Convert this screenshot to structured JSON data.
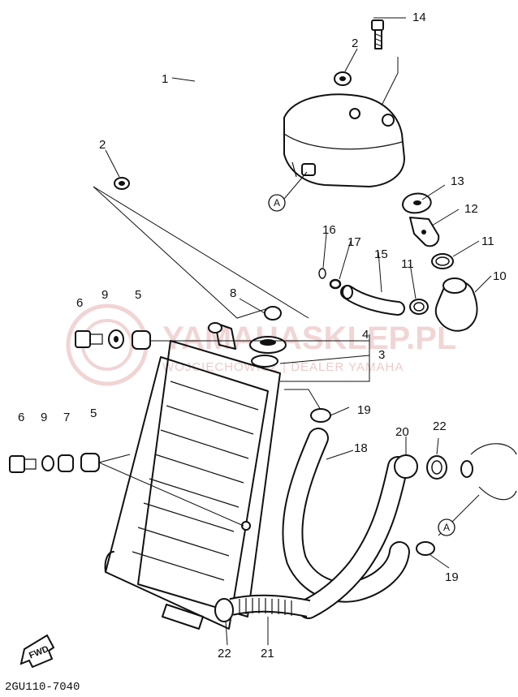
{
  "diagram": {
    "drawing_code": "2GU110-7040",
    "fwd_label": "FWD",
    "watermark": {
      "main": "YAMAHASKLEP.PL",
      "sub": "WOJCIECHOWICZ | DEALER YAMAHA"
    },
    "ref_markers": [
      {
        "id": "ref-a-top",
        "letter": "A"
      },
      {
        "id": "ref-a-bottom",
        "letter": "A"
      }
    ],
    "callouts": [
      {
        "id": "c14",
        "label": "14"
      },
      {
        "id": "c2a",
        "label": "2"
      },
      {
        "id": "c1",
        "label": "1"
      },
      {
        "id": "c2b",
        "label": "2"
      },
      {
        "id": "c13",
        "label": "13"
      },
      {
        "id": "c12",
        "label": "12"
      },
      {
        "id": "c16",
        "label": "16"
      },
      {
        "id": "c17",
        "label": "17"
      },
      {
        "id": "c15",
        "label": "15"
      },
      {
        "id": "c11a",
        "label": "11"
      },
      {
        "id": "c11b",
        "label": "11"
      },
      {
        "id": "c10",
        "label": "10"
      },
      {
        "id": "c8",
        "label": "8"
      },
      {
        "id": "c6a",
        "label": "6"
      },
      {
        "id": "c9a",
        "label": "9"
      },
      {
        "id": "c5a",
        "label": "5"
      },
      {
        "id": "c4",
        "label": "4"
      },
      {
        "id": "c3",
        "label": "3"
      },
      {
        "id": "c19a",
        "label": "19"
      },
      {
        "id": "c6b",
        "label": "6"
      },
      {
        "id": "c9b",
        "label": "9"
      },
      {
        "id": "c7",
        "label": "7"
      },
      {
        "id": "c5b",
        "label": "5"
      },
      {
        "id": "c20",
        "label": "20"
      },
      {
        "id": "c22a",
        "label": "22"
      },
      {
        "id": "c18",
        "label": "18"
      },
      {
        "id": "c19b",
        "label": "19"
      },
      {
        "id": "c22b",
        "label": "22"
      },
      {
        "id": "c21",
        "label": "21"
      }
    ]
  }
}
